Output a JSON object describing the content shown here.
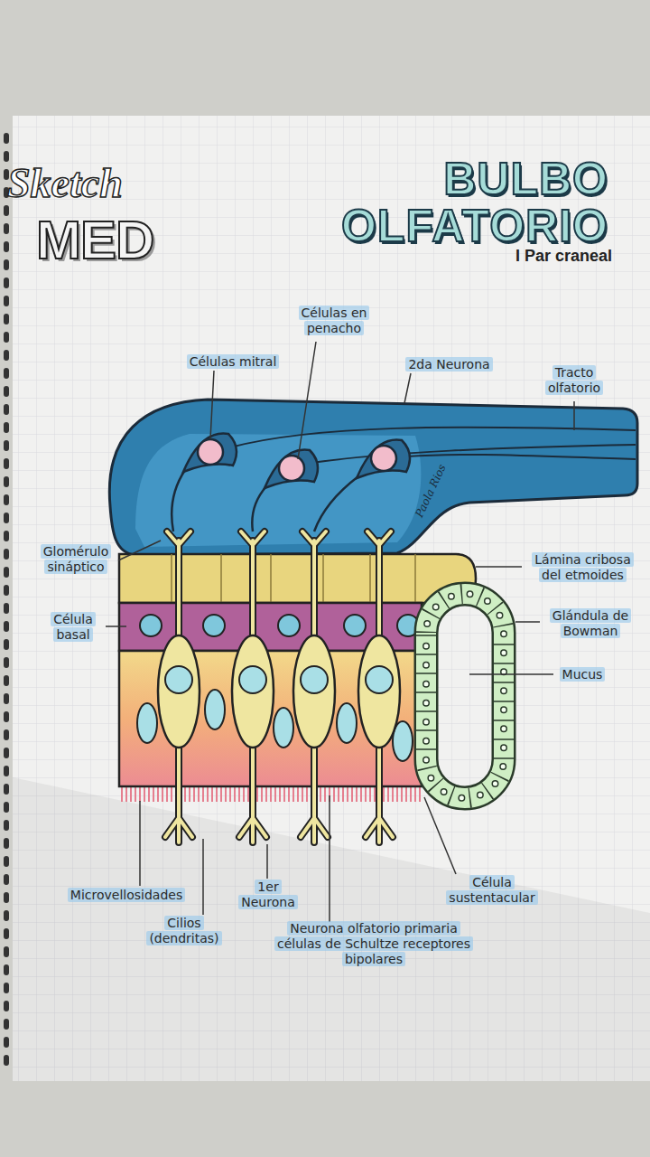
{
  "diagram": {
    "title": "BULBO OLFATORIO",
    "labels": [
      "Sketch",
      "MED",
      "I Par craneal",
      "Células en penacho",
      "Células mitral",
      "2da Neurona",
      "Tracto olfatorio",
      "Paola Rios",
      "Glomérulo sináptico",
      "Lámina cribosa del etmoides",
      "Célula basal",
      "Glándula de Bowman",
      "Mucus",
      "Microvellosidades",
      "1er Neurona",
      "Célula sustentacular",
      "Cilios (dendritas)",
      "Neurona olfatorio primaria células de Schultze receptores bipolares"
    ]
  }
}
